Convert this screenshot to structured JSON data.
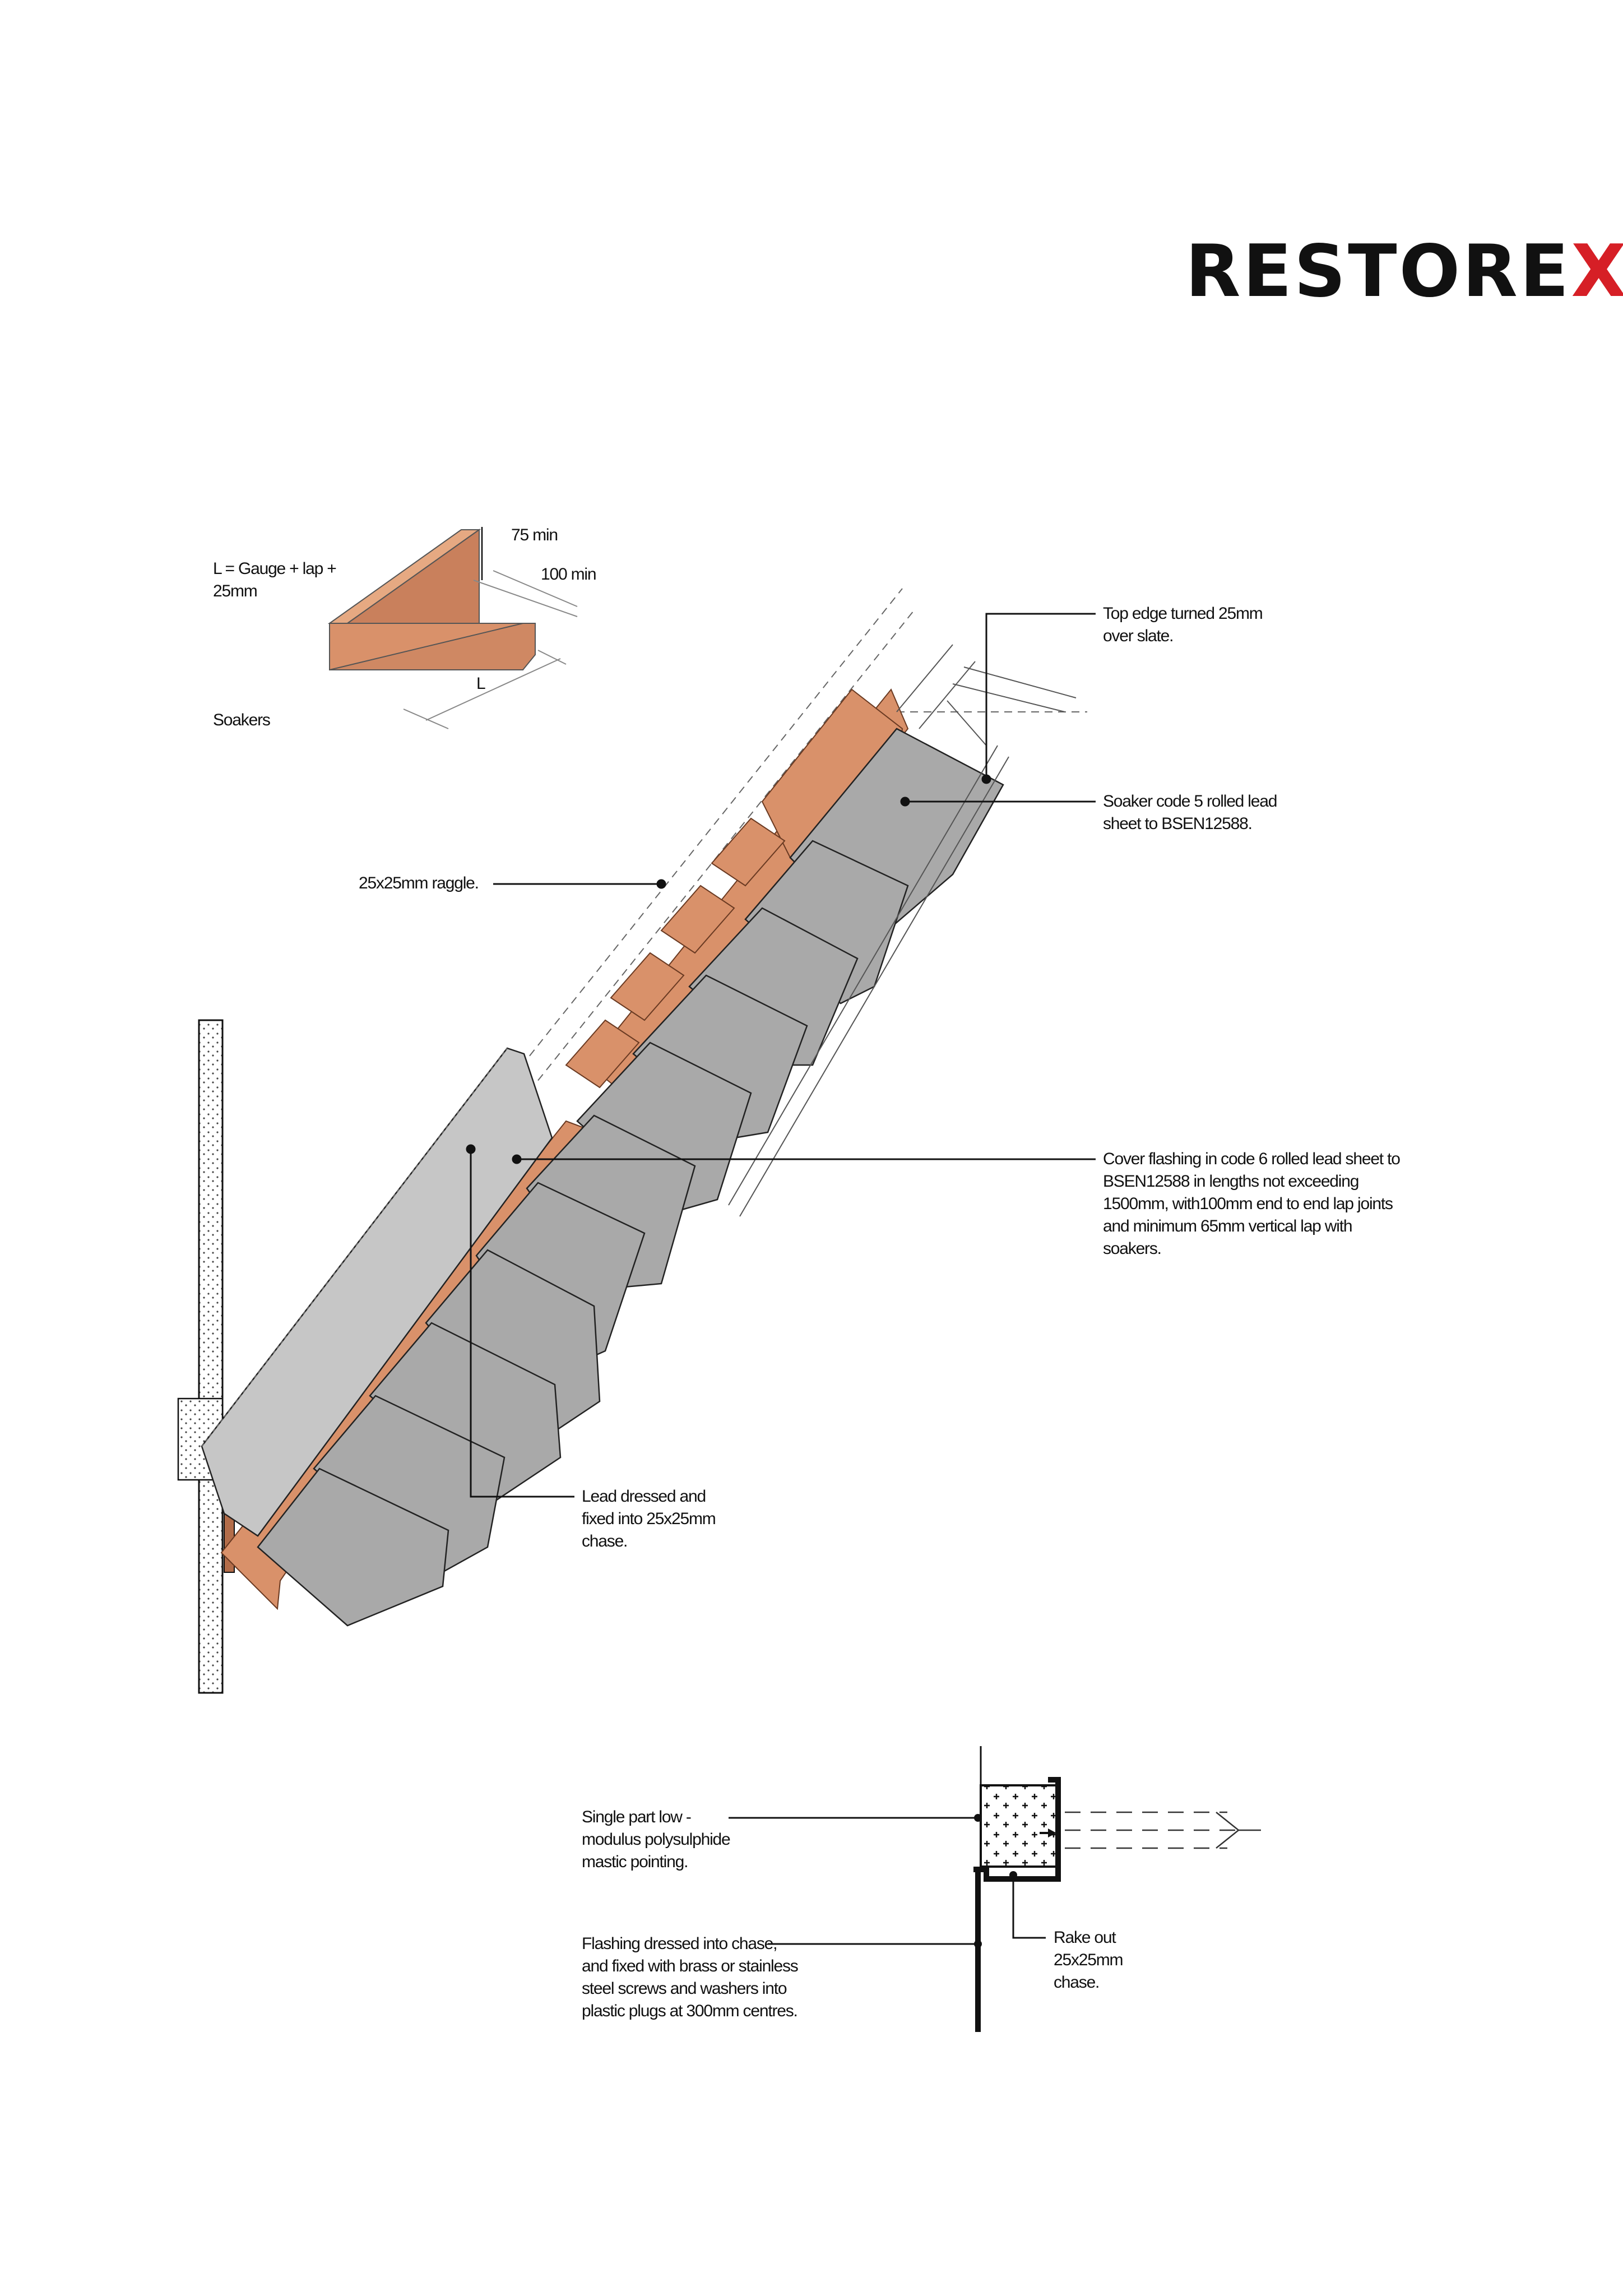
{
  "brand": {
    "logo_text": "RESTORE",
    "logo_last": "X",
    "accent_color": "#d61f26"
  },
  "colors": {
    "lead": "#d9916a",
    "slate": "#a9a9a9",
    "cover": "#c6c6c6",
    "line": "#111111"
  },
  "labels": {
    "soaker_formula": "L = Gauge + lap + 25mm",
    "dim_75": "75 min",
    "dim_100": "100 min",
    "dim_L": "L",
    "soakers": "Soakers",
    "raggle": "25x25mm raggle.",
    "top_edge": "Top edge turned 25mm over slate.",
    "soaker_code": "Soaker code 5 rolled lead sheet to BSEN12588.",
    "cover_flashing": "Cover flashing in code 6 rolled lead sheet to BSEN12588 in lengths not exceeding 1500mm, with100mm end to end lap joints and minimum 65mm vertical lap with soakers.",
    "lead_dressed": "Lead dressed and fixed into 25x25mm chase.",
    "mastic": "Single part low - modulus polysulphide mastic pointing.",
    "flashing_chase": "Flashing dressed into chase, and fixed with brass or stainless steel screws and washers into plastic plugs at 300mm centres.",
    "rake_out": "Rake out 25x25mm chase."
  }
}
